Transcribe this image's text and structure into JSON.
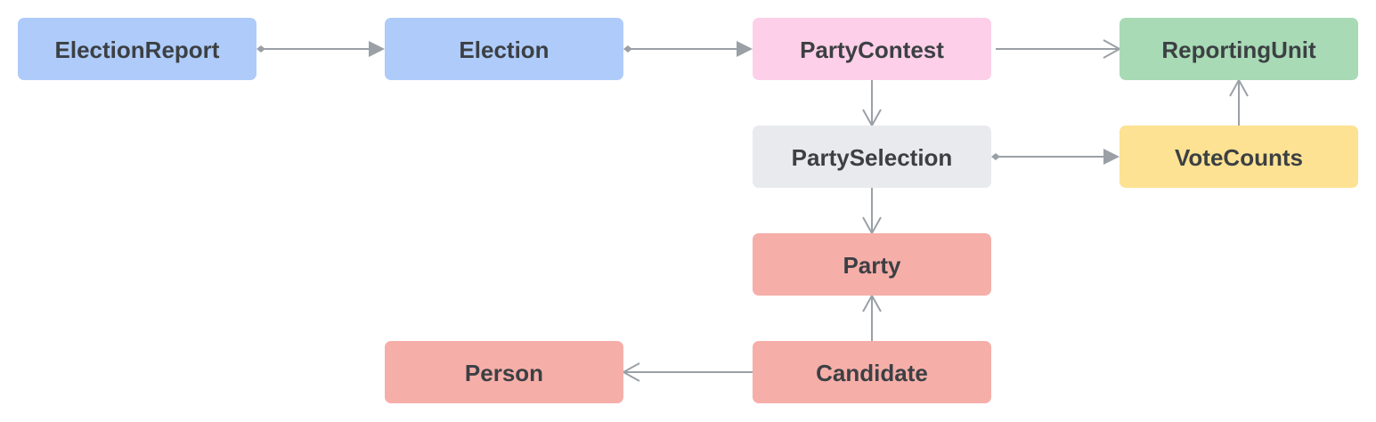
{
  "nodes": [
    {
      "id": "election-report",
      "label": "ElectionReport",
      "color": "#aecbfa"
    },
    {
      "id": "election",
      "label": "Election",
      "color": "#aecbfa"
    },
    {
      "id": "party-contest",
      "label": "PartyContest",
      "color": "#fdcfe8"
    },
    {
      "id": "reporting-unit",
      "label": "ReportingUnit",
      "color": "#a8dab5"
    },
    {
      "id": "party-selection",
      "label": "PartySelection",
      "color": "#e8eaed"
    },
    {
      "id": "vote-counts",
      "label": "VoteCounts",
      "color": "#fde293"
    },
    {
      "id": "party",
      "label": "Party",
      "color": "#f6aea9"
    },
    {
      "id": "person",
      "label": "Person",
      "color": "#f6aea9"
    },
    {
      "id": "candidate",
      "label": "Candidate",
      "color": "#f6aea9"
    }
  ],
  "edges": [
    {
      "from": "election-report",
      "to": "election",
      "tail": "diamond",
      "head": "filled"
    },
    {
      "from": "election",
      "to": "party-contest",
      "tail": "diamond",
      "head": "filled"
    },
    {
      "from": "party-contest",
      "to": "reporting-unit",
      "tail": "none",
      "head": "open"
    },
    {
      "from": "party-contest",
      "to": "party-selection",
      "tail": "none",
      "head": "open"
    },
    {
      "from": "party-selection",
      "to": "vote-counts",
      "tail": "diamond",
      "head": "filled"
    },
    {
      "from": "vote-counts",
      "to": "reporting-unit",
      "tail": "none",
      "head": "open"
    },
    {
      "from": "party-selection",
      "to": "party",
      "tail": "none",
      "head": "open"
    },
    {
      "from": "candidate",
      "to": "party",
      "tail": "none",
      "head": "open"
    },
    {
      "from": "candidate",
      "to": "person",
      "tail": "none",
      "head": "open"
    }
  ],
  "colors": {
    "edge": "#9aa0a6",
    "label": "#3c4043"
  }
}
